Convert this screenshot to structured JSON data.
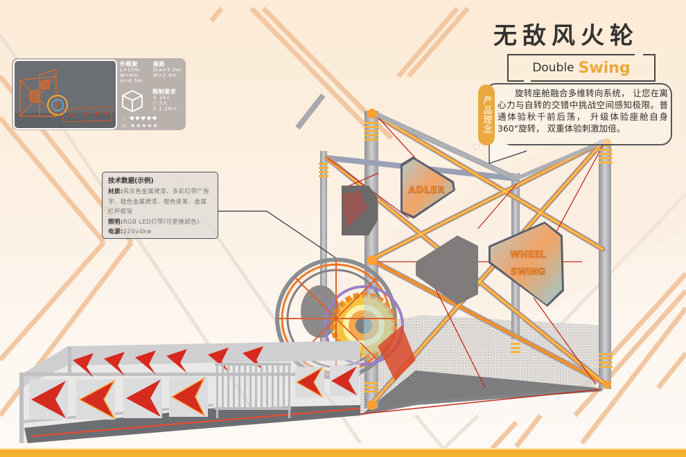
{
  "header": {
    "title": "无敌风火轮",
    "subtitle_prefix": "Double",
    "subtitle_highlight": "Swing"
  },
  "concept": {
    "tag": "产品理念",
    "text": "旋转座舱融合多维转向系统， 让您在离心力与自转的交错中挑战空间感知极限。普通体验秋千前后荡， 升级体验座舱自身 360°旋转， 双重体验刺激加倍。",
    "icon": "cursor-icon"
  },
  "spec_card": {
    "frame": {
      "label": "外框架",
      "length": "L=15m",
      "width": "W=4m",
      "height": "H=6.5m"
    },
    "seat": {
      "label": "座舱",
      "diameter": "Dia=3.3m",
      "width": "W=2.4m"
    },
    "limits": {
      "label": "限制要求",
      "age": "14+",
      "riders": "2人",
      "height": "1.2m+"
    },
    "ratings": {
      "thrill_icon": "heart-icon",
      "thrill": "♥♥♥♥♥",
      "recommend_icon": "thumbs-up-icon",
      "recommend": "★★★★★"
    }
  },
  "tech": {
    "title": "技术数据(示例)",
    "material_label": "材质:",
    "material_value": "亮灰色金属烤漆、多彩灯带广告字、橙色金属烤漆、橙色皮革、金属栏杆框架",
    "lighting_label": "照明:",
    "lighting_value": "RGB LED灯带(可更换颜色)",
    "power_label": "电源:",
    "power_value": "220v4kw"
  },
  "signs": {
    "sign1": "ADLER",
    "sign2_line1": "WHEEL",
    "sign2_line2": "SWING"
  },
  "colors": {
    "accent_orange": "#eaa83e",
    "bottom_bar": "#f5b02f",
    "frame_orange": "#f08a2a",
    "frame_red": "#d8281e",
    "steel": "#b8b8ba",
    "text_dark": "#333230"
  }
}
